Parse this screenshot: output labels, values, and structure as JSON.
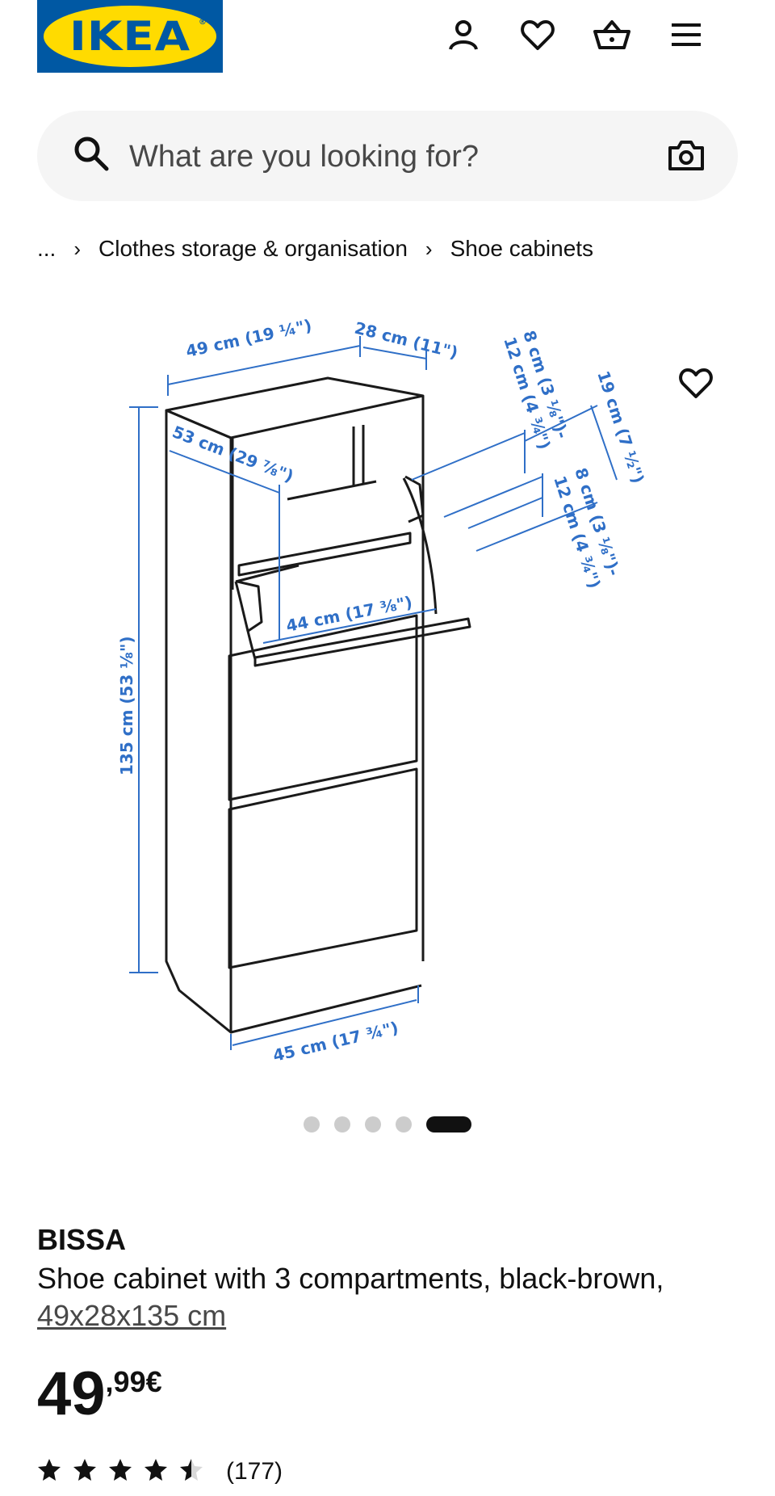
{
  "header": {
    "logo_text": "IKEA",
    "logo_mark": "®",
    "icons": [
      "user-icon",
      "heart-icon",
      "basket-icon",
      "menu-icon"
    ]
  },
  "search": {
    "placeholder": "What are you looking for?",
    "value": ""
  },
  "breadcrumb": {
    "ellipsis": "...",
    "separator": "›",
    "items": [
      "Clothes storage & organisation",
      "Shoe cabinets"
    ]
  },
  "gallery": {
    "dimensions": {
      "width": "49 cm (19 ¼\")",
      "depth": "28 cm (11\")",
      "inner_depth": "53 cm (29 ⅞\")",
      "inner_width": "44 cm (17 ⅜\")",
      "height": "135 cm (53 ⅛\")",
      "base_width": "45 cm (17 ¾\")",
      "flap_depth": "19 cm (7 ½\")",
      "spacing_top_line1": "8 cm (3 ⅛\")-",
      "spacing_top_line2": "12 cm (4 ¾\")",
      "spacing_bottom_line1": "8 cm (3 ⅛\")-",
      "spacing_bottom_line2": "12 cm (4 ¾\")"
    },
    "dot_count": 5,
    "active_dot": 5
  },
  "product": {
    "brand": "BISSA",
    "description": "Shoe cabinet with 3 compartments, black-brown,",
    "size_link": "49x28x135 cm",
    "price_integer": "49",
    "price_decimal": ",99€",
    "rating": 4.5,
    "review_count": "(177)"
  },
  "colors": {
    "ikea_blue": "#0058a3",
    "ikea_yellow": "#ffdb00",
    "dimension_blue": "#2f6fc7",
    "text": "#111111",
    "search_bg": "#f5f5f5"
  }
}
